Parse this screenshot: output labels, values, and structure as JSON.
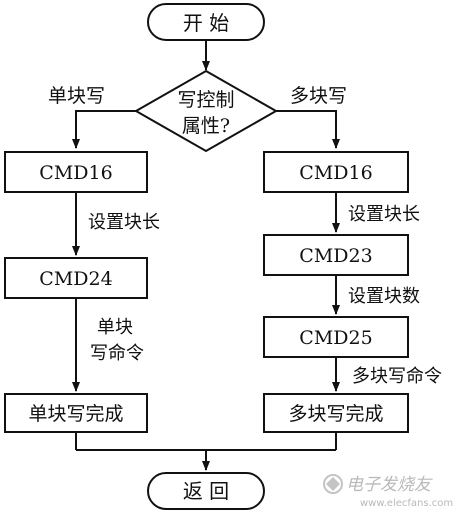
{
  "flowchart": {
    "start": "开  始",
    "decision_line1": "写控制",
    "decision_line2": "属性?",
    "branch_left": "单块写",
    "branch_right": "多块写",
    "end": "返  回",
    "left": {
      "box1": "CMD16",
      "label1": "设置块长",
      "box2": "CMD24",
      "label2_line1": "单块",
      "label2_line2": "写命令",
      "box3": "单块写完成"
    },
    "right": {
      "box1": "CMD16",
      "label1": "设置块长",
      "box2": "CMD23",
      "label2": "设置块数",
      "box3": "CMD25",
      "label3": "多块写命令",
      "box4": "多块写完成"
    }
  },
  "watermark": {
    "line1": "电子发烧友",
    "line2": "www.elecfans.com"
  }
}
